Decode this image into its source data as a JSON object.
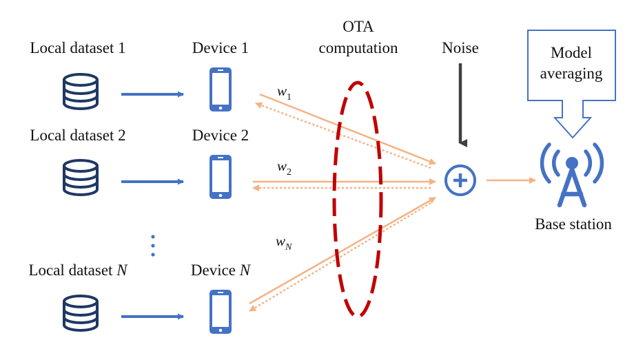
{
  "datasets": [
    {
      "label": "Local dataset 1",
      "label_main": "Local dataset 1",
      "label_italic": ""
    },
    {
      "label": "Local dataset 2",
      "label_main": "Local dataset 2",
      "label_italic": ""
    },
    {
      "label": "Local dataset N",
      "label_main": "Local dataset ",
      "label_italic": "N"
    }
  ],
  "devices": [
    {
      "label": "Device 1",
      "label_main": "Device 1",
      "label_italic": ""
    },
    {
      "label": "Device 2",
      "label_main": "Device 2",
      "label_italic": ""
    },
    {
      "label": "Device N",
      "label_main": "Device ",
      "label_italic": "N"
    }
  ],
  "weights": [
    {
      "base": "w",
      "sub": "1"
    },
    {
      "base": "w",
      "sub": "2"
    },
    {
      "base": "w",
      "sub": "N"
    }
  ],
  "ota": {
    "line1": "OTA",
    "line2": "computation"
  },
  "noise": {
    "label": "Noise"
  },
  "model_averaging": {
    "line1": "Model",
    "line2": "averaging"
  },
  "base_station": {
    "label": "Base station"
  },
  "colors": {
    "blue": "#4472C4",
    "dark_navy": "#1F3864",
    "orange": "#F4B183",
    "red_dashed": "#C00000",
    "noise_arrow": "#404040"
  },
  "icons": {
    "dataset": "database-icon",
    "device": "smartphone-icon",
    "sum": "plus-circle-icon",
    "base_station": "antenna-tower-icon",
    "ellipsis": "vertical-ellipsis-icon"
  }
}
